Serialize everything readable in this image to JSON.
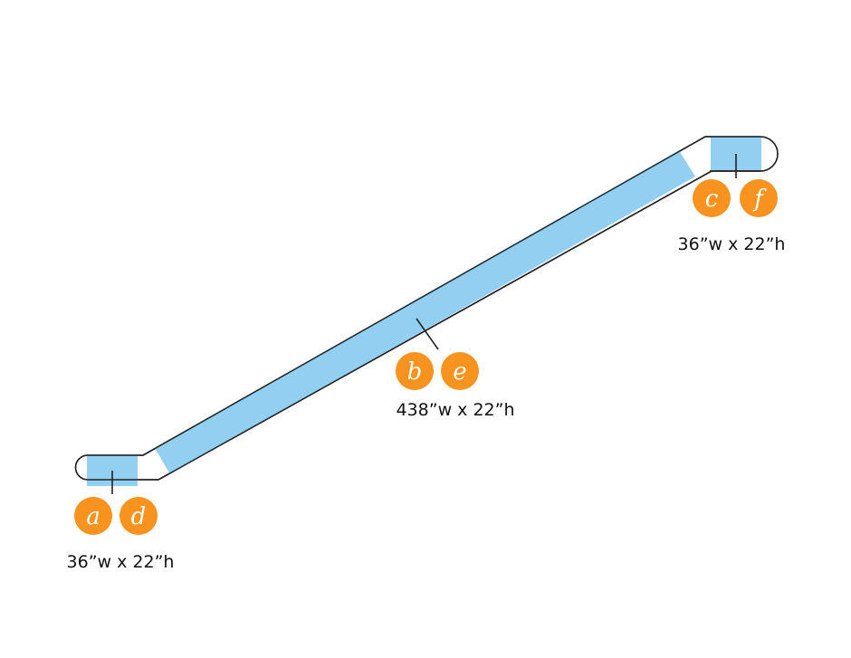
{
  "colors": {
    "panel_fill": "#92cff0",
    "outline": "#222222",
    "badge": "#f7931e",
    "badge_text": "#ffffff",
    "text": "#111111"
  },
  "panels": [
    {
      "id": "lower-landing",
      "badges": [
        "a",
        "d"
      ],
      "size_label": "36”w x 22”h"
    },
    {
      "id": "incline",
      "badges": [
        "b",
        "e"
      ],
      "size_label": "438”w x 22”h"
    },
    {
      "id": "upper-landing",
      "badges": [
        "c",
        "f"
      ],
      "size_label": "36”w x 22”h"
    }
  ]
}
